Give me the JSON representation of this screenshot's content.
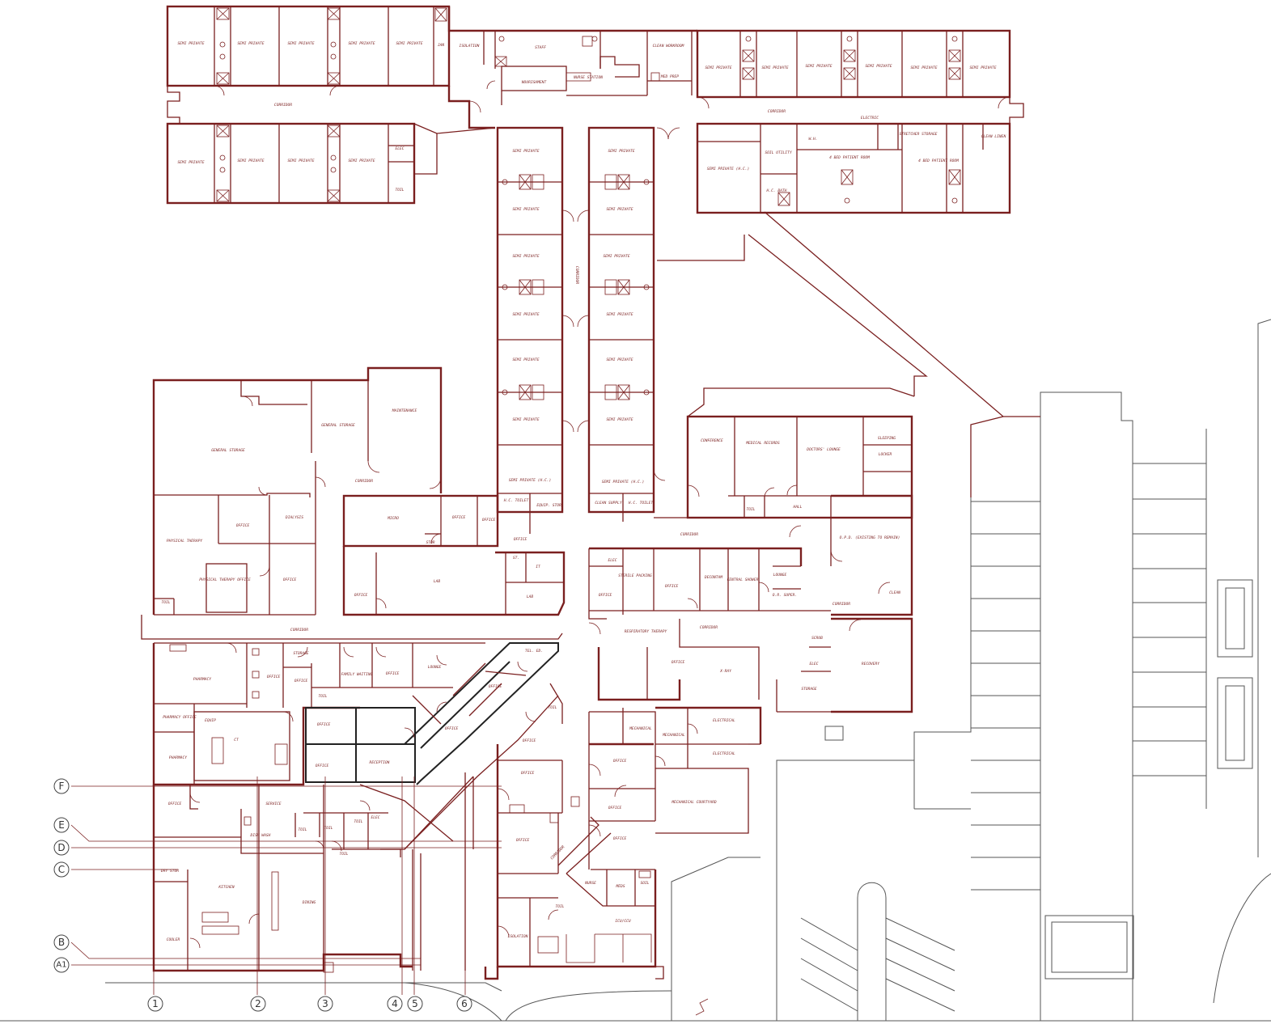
{
  "grid_rows": [
    "F",
    "E",
    "D",
    "C",
    "B",
    "A1"
  ],
  "grid_cols": [
    "1",
    "2",
    "3",
    "4",
    "5",
    "6"
  ],
  "rooms": {
    "semi_private": "SEMI PRIVATE",
    "semi_private_hc": "SEMI PRIVATE (H.C.)",
    "jan": "JAN",
    "isolation": "ISOLATION",
    "staff": "STAFF",
    "nourishment": "NOURISHMENT",
    "nurse_station": "NURSE STATION",
    "clean_workroom": "CLEAN WORKROOM",
    "med_prep": "MED PREP",
    "corridor": "CORRIDOR",
    "elec": "ELEC",
    "toil": "TOIL",
    "electric": "ELECTRIC",
    "stretcher_storage": "STRETCHER STORAGE",
    "clean_linen": "CLEAN LINEN",
    "soil_utility": "SOIL UTILITY",
    "hc_bath": "H.C. BATH",
    "wh": "W.H.",
    "four_bed": "4 BED PATIENT ROOM",
    "general_storage": "GENERAL STORAGE",
    "maintenance": "MAINTENANCE",
    "physical_therapy": "PHYSICAL THERAPY",
    "pt_office": "PHYSICAL THERAPY OFFICE",
    "office": "OFFICE",
    "dialysis": "DIALYSIS",
    "micro": "MICRO",
    "stor": "STOR",
    "lab": "LAB",
    "st": "ST.",
    "it": "IT",
    "hc_toilet": "H.C. TOILET",
    "equip_stor": "EQUIP. STOR.",
    "clean_supply": "CLEAN SUPPLY",
    "conference": "CONFERENCE",
    "medical_records": "MEDICAL RECORDS",
    "doctors_lounge": "DOCTORS' LOUNGE",
    "sleeping": "SLEEPING",
    "locker": "LOCKER",
    "hall": "HALL",
    "opd": "O.P.D. (EXISTING TO REMAIN)",
    "sterile_packing": "STERILE PACKING",
    "decontam": "DECONTAM",
    "central_shower": "CENTRAL SHOWER",
    "lounge": "LOUNGE",
    "or_super": "O.R. SUPER.",
    "clean": "CLEAN",
    "respiratory_therapy": "RESPIRATORY THERAPY",
    "pharmacy": "PHARMACY",
    "pharmacy_office": "PHARMACY OFFICE",
    "storage": "STORAGE",
    "family_waiting": "FAMILY WAITING",
    "tel_ed": "TEL. ED.",
    "equip": "EQUIP",
    "ct": "CT",
    "reception": "RECEPTION",
    "radiography": "X-RAY",
    "scrub": "SCRUB",
    "recovery": "RECOVERY",
    "mechanical": "MECHANICAL",
    "electrical": "ELECTRICAL",
    "mech_courtyard": "MECHANICAL COURTYARD",
    "service": "SERVICE",
    "dish_wash": "DISH WASH",
    "dry_stor": "DRY STOR",
    "kitchen": "KITCHEN",
    "dining": "DINING",
    "cooler": "COOLER",
    "nurse": "NURSE",
    "meds": "MEDS",
    "soil": "SOIL",
    "icu_ccu": "ICU/CCU"
  }
}
